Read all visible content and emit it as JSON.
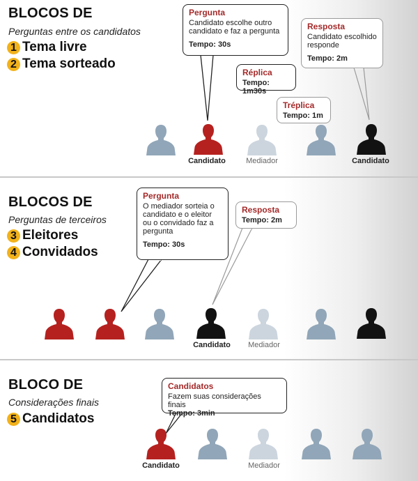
{
  "section1": {
    "heading": "BLOCOS DE",
    "subtitle": "Perguntas entre os candidatos",
    "items": [
      {
        "num": "1",
        "label": "Tema livre"
      },
      {
        "num": "2",
        "label": "Tema sorteado"
      }
    ],
    "bubbles": {
      "pergunta": {
        "title": "Pergunta",
        "text": "Candidato escolhe outro candidato e faz a pergunta",
        "time": "Tempo: 30s"
      },
      "replica": {
        "title": "Réplica",
        "time": "Tempo: 1m30s"
      },
      "resposta": {
        "title": "Resposta",
        "text": "Candidato escolhido responde",
        "time": "Tempo: 2m"
      },
      "treplica": {
        "title": "Tréplica",
        "time": "Tempo: 1m"
      }
    },
    "labels": {
      "candidato_left": "Candidato",
      "mediador": "Mediador",
      "candidato_right": "Candidato"
    }
  },
  "section2": {
    "heading": "BLOCOS DE",
    "subtitle": "Perguntas de terceiros",
    "items": [
      {
        "num": "3",
        "label": "Eleitores"
      },
      {
        "num": "4",
        "label": "Convidados"
      }
    ],
    "bubbles": {
      "pergunta": {
        "title": "Pergunta",
        "text": "O mediador sorteia o candidato e o eleitor ou o convidado faz a pergunta",
        "time": "Tempo: 30s"
      },
      "resposta": {
        "title": "Resposta",
        "time": "Tempo: 2m"
      }
    },
    "labels": {
      "candidato": "Candidato",
      "mediador": "Mediador"
    }
  },
  "section3": {
    "heading": "BLOCO DE",
    "subtitle": "Considerações finais",
    "items": [
      {
        "num": "5",
        "label": "Candidatos"
      }
    ],
    "bubbles": {
      "candidatos": {
        "title": "Candidatos",
        "text": "Fazem suas considerações finais",
        "time": "Tempo: 3min"
      }
    },
    "labels": {
      "candidato": "Candidato",
      "mediador": "Mediador"
    }
  },
  "colors": {
    "red": "#b5211f",
    "black": "#121212",
    "blue": "#91a6b8",
    "light": "#ccd5de",
    "accent": "#f2b21b",
    "title": "#a52a2a"
  }
}
